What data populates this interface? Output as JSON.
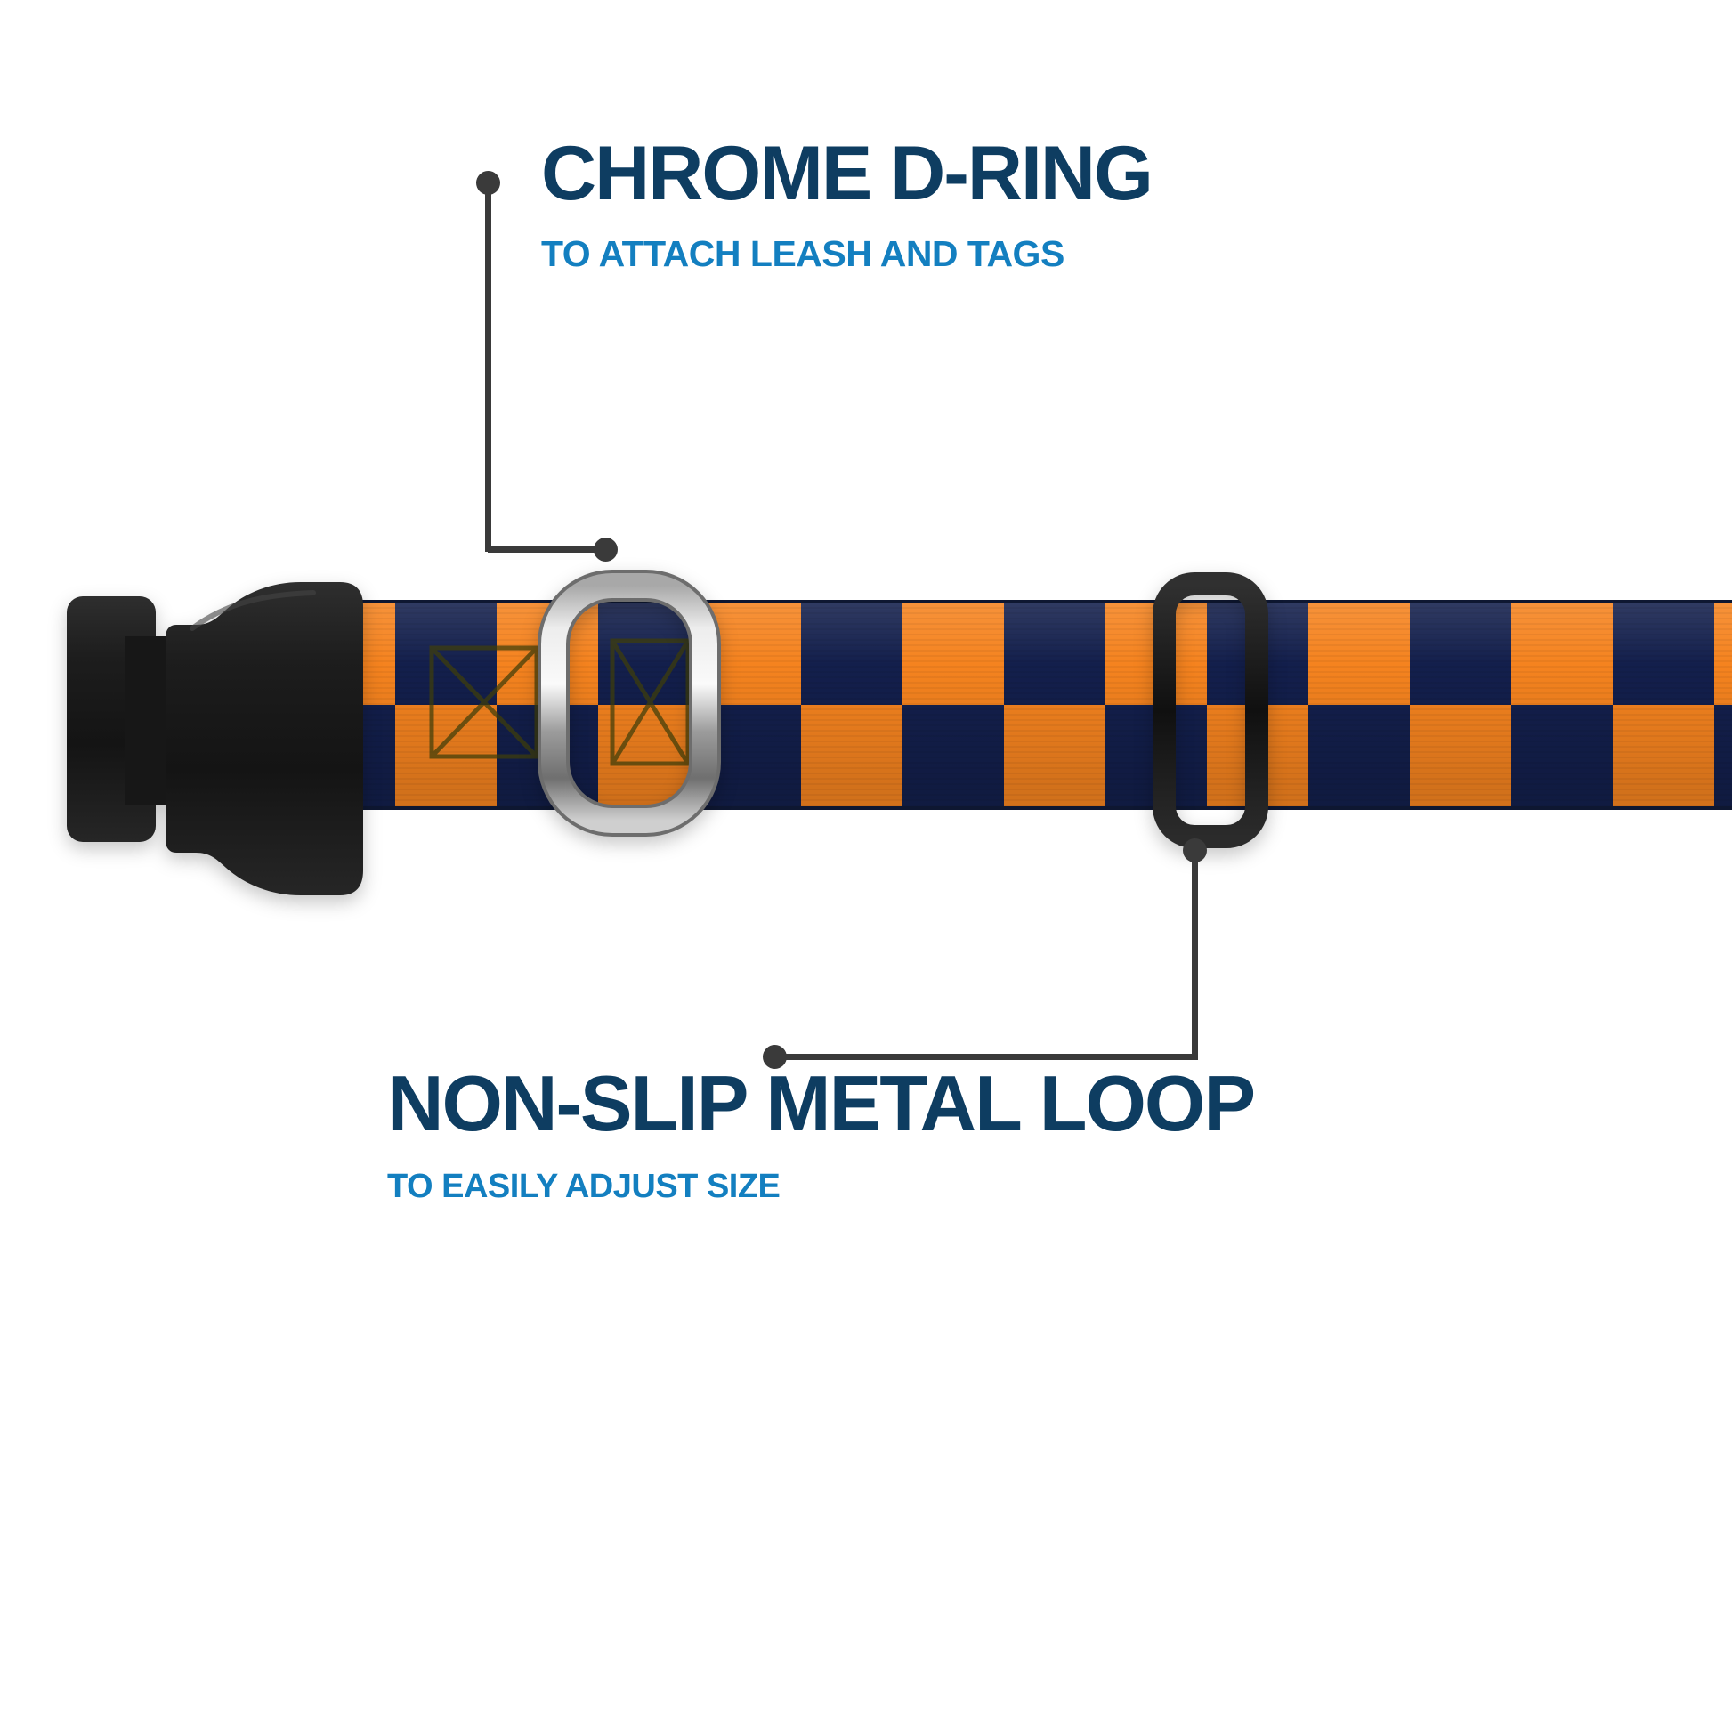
{
  "image_type": "product-infographic",
  "callouts": {
    "d_ring": {
      "title": "CHROME D-RING",
      "subtitle": "TO ATTACH LEASH AND TAGS"
    },
    "metal_loop": {
      "title": "NON-SLIP METAL LOOP",
      "subtitle": "TO EASILY ADJUST SIZE"
    }
  },
  "product": {
    "item": "adjustable collar strap",
    "pattern": "orange and navy checkerboard webbing",
    "parts": {
      "buckle": "black side-release buckle",
      "d_ring": "chrome d-ring",
      "adjuster": "black slide adjuster loop"
    }
  },
  "colors": {
    "title_text": "#0e3d61",
    "subtitle_text": "#137fc0",
    "leader_line": "#3a3a3a",
    "collar_orange": "#f5831f",
    "collar_navy": "#131f4c",
    "buckle_black": "#1b1b1b",
    "chrome_light": "#f2f2f2",
    "chrome_dark": "#7f7f7f",
    "background": "#ffffff"
  }
}
